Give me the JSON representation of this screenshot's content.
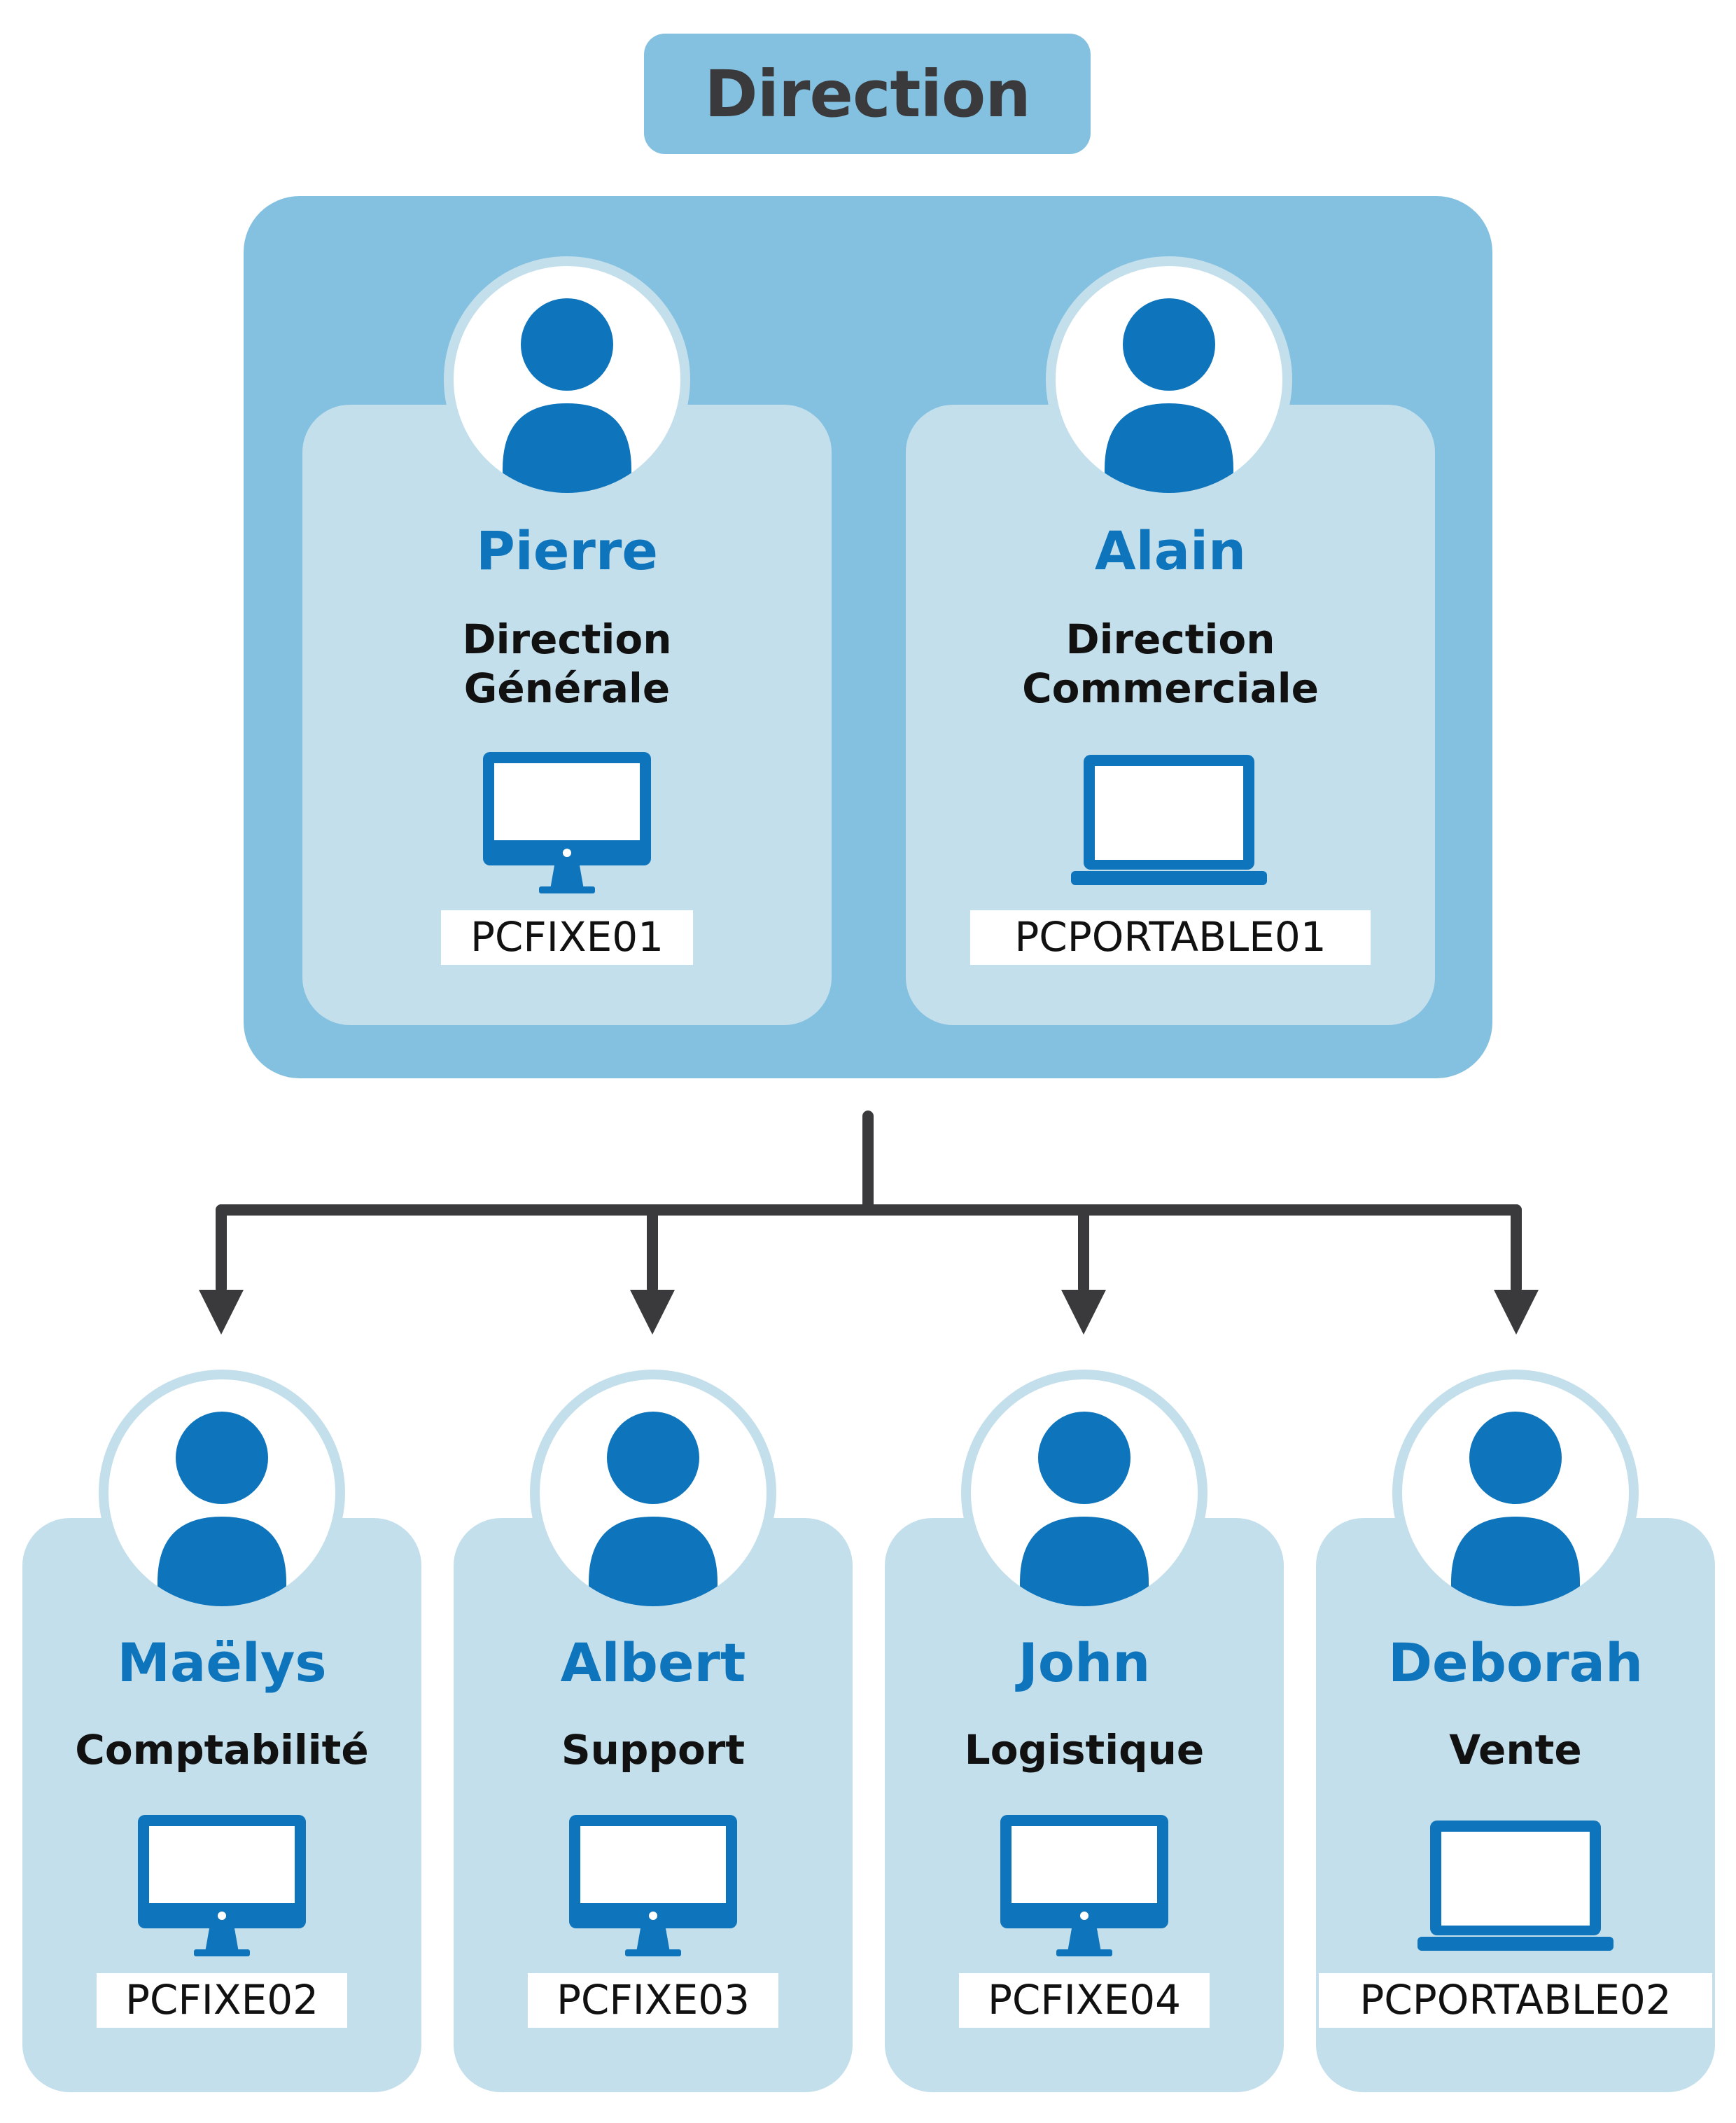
{
  "header": {
    "title": "Direction"
  },
  "direction_members": [
    {
      "name": "Pierre",
      "role_line1": "Direction",
      "role_line2": "Générale",
      "device_type": "desktop",
      "device_label": "PCFIXE01"
    },
    {
      "name": "Alain",
      "role_line1": "Direction",
      "role_line2": "Commerciale",
      "device_type": "laptop",
      "device_label": "PCPORTABLE01"
    }
  ],
  "team_members": [
    {
      "name": "Maëlys",
      "role": "Comptabilité",
      "device_type": "desktop",
      "device_label": "PCFIXE02"
    },
    {
      "name": "Albert",
      "role": "Support",
      "device_type": "desktop",
      "device_label": "PCFIXE03"
    },
    {
      "name": "John",
      "role": "Logistique",
      "device_type": "desktop",
      "device_label": "PCFIXE04"
    },
    {
      "name": "Deborah",
      "role": "Vente",
      "device_type": "laptop",
      "device_label": "PCPORTABLE02"
    }
  ],
  "colors": {
    "group_bg": "#84c1e1",
    "card_bg": "#c3dfeb",
    "accent_blue": "#0e74bb",
    "connector": "#3a3a3c"
  },
  "icons": {
    "person": "user-avatar-icon",
    "desktop": "desktop-monitor-icon",
    "laptop": "laptop-icon"
  }
}
